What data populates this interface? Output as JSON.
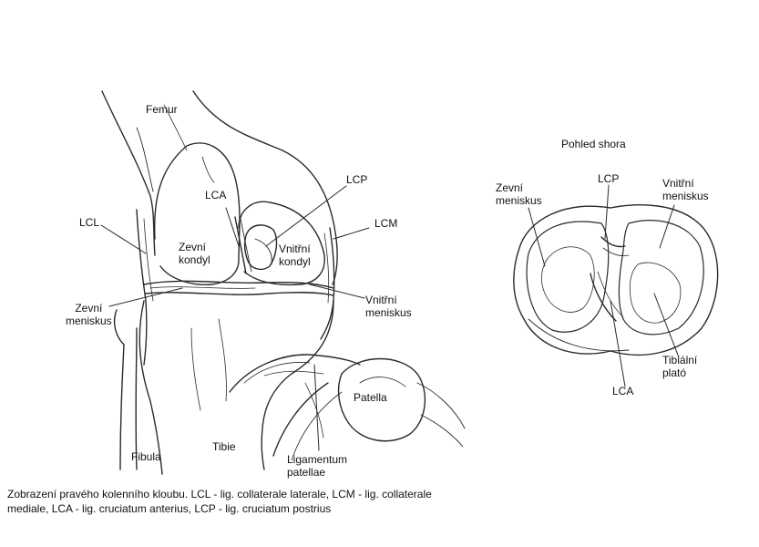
{
  "labels": {
    "femur": "Femur",
    "lca_left": "LCA",
    "lcp_left": "LCP",
    "lcl": "LCL",
    "lcm": "LCM",
    "zevni_kondyl_1": "Zevní",
    "zevni_kondyl_2": "kondyl",
    "vnitrni_kondyl_1": "Vnitřní",
    "vnitrni_kondyl_2": "kondyl",
    "zevni_meniskus_left_1": "Zevní",
    "zevni_meniskus_left_2": "meniskus",
    "vnitrni_meniskus_left_1": "Vnitřní",
    "vnitrni_meniskus_left_2": "meniskus",
    "fibula": "Fibula",
    "tibie": "Tibie",
    "patella": "Patella",
    "ligamentum_1": "Ligamentum",
    "ligamentum_2": "patellae",
    "pohled_shora": "Pohled shora",
    "zevni_meniskus_right_1": "Zevní",
    "zevni_meniskus_right_2": "meniskus",
    "lcp_right": "LCP",
    "vnitrni_meniskus_right_1": "Vnitřní",
    "vnitrni_meniskus_right_2": "meniskus",
    "tibialni_plato_1": "Tibiální",
    "tibialni_plato_2": "plató",
    "lca_right": "LCA"
  },
  "caption": {
    "line1": "Zobrazení pravého kolenního kloubu. LCL - lig. collaterale laterale, LCM - lig. collaterale",
    "line2": "mediale, LCA - lig. cruciatum anterius, LCP - lig. cruciatum postrius"
  }
}
